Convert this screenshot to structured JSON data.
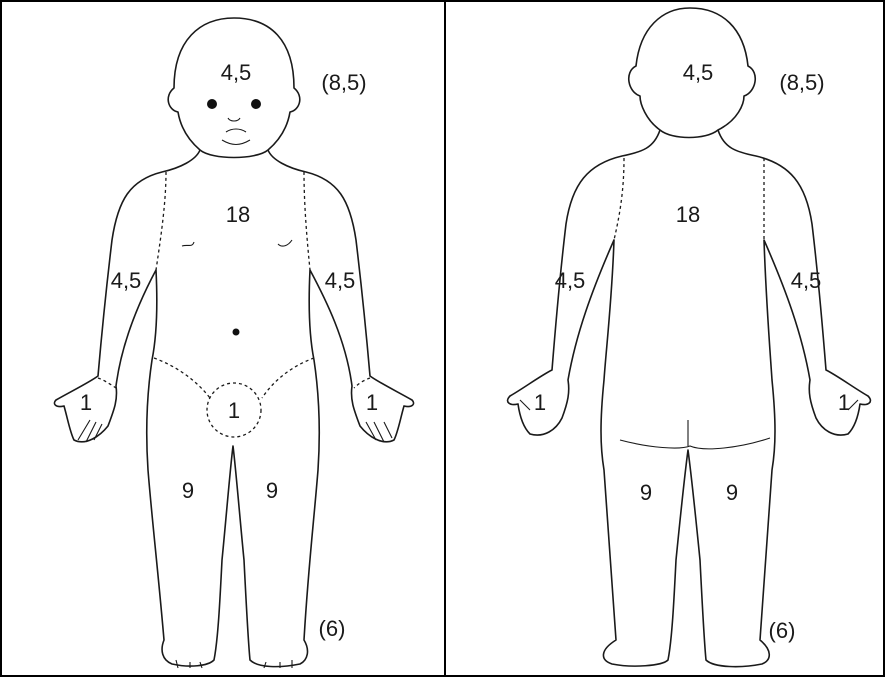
{
  "front": {
    "head": "4,5",
    "head_older": "(8,5)",
    "trunk": "18",
    "arm_left": "4,5",
    "arm_right": "4,5",
    "hand_left": "1",
    "hand_right": "1",
    "genitals": "1",
    "leg_left": "9",
    "leg_right": "9",
    "leg_older": "(6)"
  },
  "back": {
    "head": "4,5",
    "head_older": "(8,5)",
    "trunk": "18",
    "arm_left": "4,5",
    "arm_right": "4,5",
    "hand_left": "1",
    "hand_right": "1",
    "leg_left": "9",
    "leg_right": "9",
    "leg_older": "(6)"
  }
}
